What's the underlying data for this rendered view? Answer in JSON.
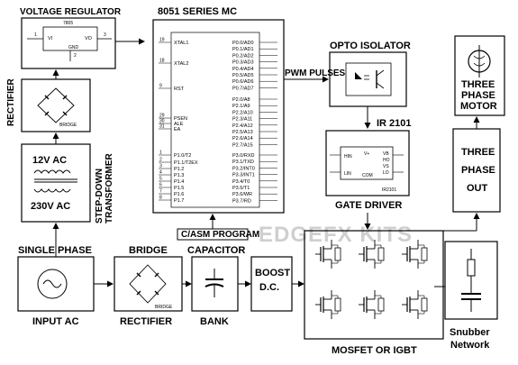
{
  "labels": {
    "voltage_regulator": "VOLTAGE REGULATOR",
    "reg_part": "7805",
    "reg_vi": "VI",
    "reg_vo": "VO",
    "reg_gnd": "GND",
    "reg_pin1": "1",
    "reg_pin2": "2",
    "reg_pin3": "3",
    "rectifier_vertical": "RECTIFIER",
    "bridge_small": "BRIDGE",
    "transformer_12v": "12V AC",
    "transformer_230v": "230V AC",
    "step_down_1": "STEP-DOWN",
    "step_down_2": "TRANSFORMER",
    "single_phase": "SINGLE PHASE",
    "input_ac": "INPUT AC",
    "bridge_top": "BRIDGE",
    "bridge_bottom": "RECTIFIER",
    "bridge_small_2": "BRIDGE",
    "capacitor": "CAPACITOR",
    "bank": "BANK",
    "boost_1": "BOOST",
    "boost_2": "D.C.",
    "mosfet": "MOSFET OR IGBT",
    "snubber_1": "Snubber",
    "snubber_2": "Network",
    "mc_title": "8051 SERIES MC",
    "c_asm": "C/ASM PROGRAM",
    "pwm": "PWM PULSES",
    "opto": "OPTO ISOLATOR",
    "ir2101_title": "IR 2101",
    "ir2101_part": "IR2101",
    "gate_driver": "GATE      DRIVER",
    "three_phase_out_1": "THREE",
    "three_phase_out_2": "PHASE",
    "three_phase_out_3": "OUT",
    "motor_1": "THREE",
    "motor_2": "PHASE",
    "motor_3": "MOTOR",
    "watermark": "EDGEFX KITS"
  },
  "mc_pins_left": [
    {
      "num": "19",
      "name": "XTAL1"
    },
    {
      "num": "18",
      "name": "XTAL2"
    },
    {
      "num": "9",
      "name": "RST"
    },
    {
      "num": "29",
      "name": "PSEN"
    },
    {
      "num": "30",
      "name": "ALE"
    },
    {
      "num": "31",
      "name": "EA"
    },
    {
      "num": "1",
      "name": "P1.0/T2"
    },
    {
      "num": "2",
      "name": "P1.1/T2EX"
    },
    {
      "num": "3",
      "name": "P1.2"
    },
    {
      "num": "4",
      "name": "P1.3"
    },
    {
      "num": "5",
      "name": "P1.4"
    },
    {
      "num": "6",
      "name": "P1.5"
    },
    {
      "num": "7",
      "name": "P1.6"
    },
    {
      "num": "8",
      "name": "P1.7"
    }
  ],
  "mc_pins_right_p0": [
    "P0.0/AD0",
    "P0.1/AD1",
    "P0.2/AD2",
    "P0.3/AD3",
    "P0.4/AD4",
    "P0.5/AD5",
    "P0.6/AD6",
    "P0.7/AD7"
  ],
  "mc_pins_right_p2": [
    "P2.0/A8",
    "P2.1/A9",
    "P2.2/A10",
    "P2.3/A11",
    "P2.4/A12",
    "P2.5/A13",
    "P2.6/A14",
    "P2.7/A15"
  ],
  "mc_pins_right_p3": [
    "P3.0/RXD",
    "P3.1/TXD",
    "P3.2/INT0",
    "P3.3/INT1",
    "P3.4/T0",
    "P3.5/T1",
    "P3.6/WR",
    "P3.7/RD"
  ],
  "ir_pins": {
    "hin": "HIN",
    "lin": "LIN",
    "vplus": "V+",
    "com": "COM",
    "vb": "VB",
    "ho": "HO",
    "vs": "VS",
    "lo": "LO"
  }
}
